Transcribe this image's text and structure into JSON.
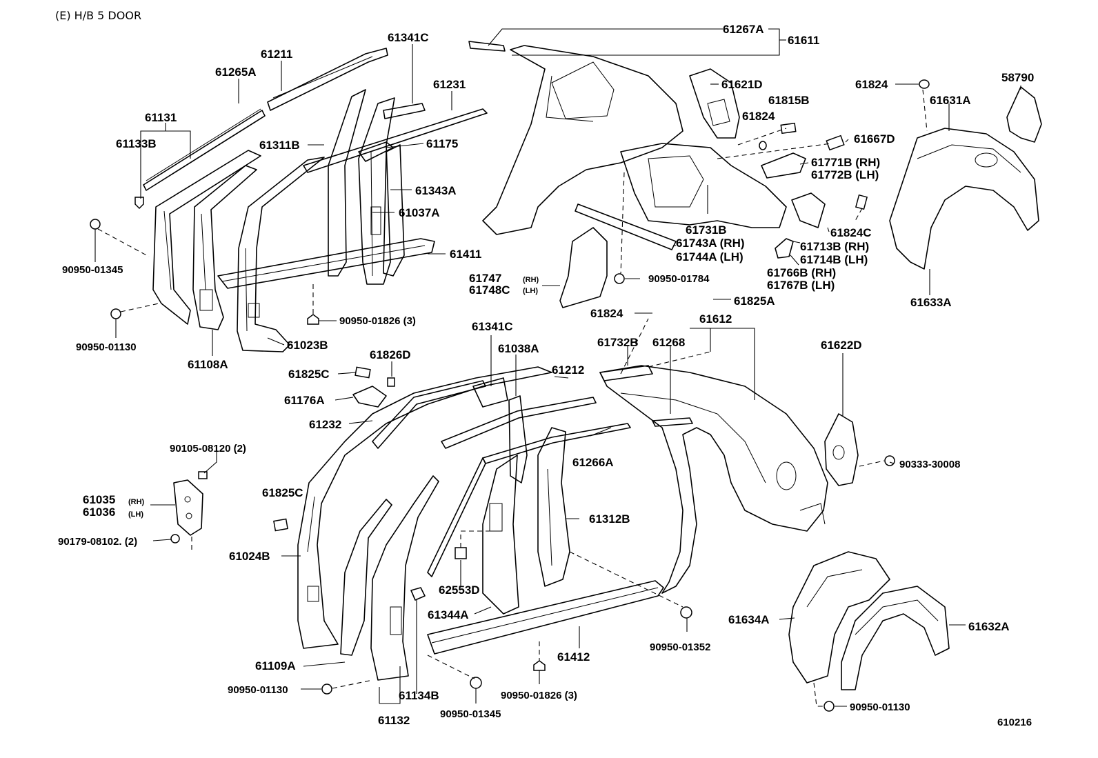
{
  "header": {
    "title": "(E) H/B 5 DOOR"
  },
  "footer": {
    "figure_code": "610216"
  },
  "labels": [
    {
      "id": "61267A",
      "text": "61267A"
    },
    {
      "id": "61611",
      "text": "61611"
    },
    {
      "id": "61211",
      "text": "61211"
    },
    {
      "id": "61341C_top",
      "text": "61341C"
    },
    {
      "id": "61265A",
      "text": "61265A"
    },
    {
      "id": "61231",
      "text": "61231"
    },
    {
      "id": "61131",
      "text": "61131"
    },
    {
      "id": "61133B",
      "text": "61133B"
    },
    {
      "id": "61311B",
      "text": "61311B"
    },
    {
      "id": "61175",
      "text": "61175"
    },
    {
      "id": "61343A",
      "text": "61343A"
    },
    {
      "id": "61037A",
      "text": "61037A"
    },
    {
      "id": "61411",
      "text": "61411"
    },
    {
      "id": "90950-01345_top",
      "text": "90950-01345"
    },
    {
      "id": "90950-01826_top",
      "text": "90950-01826 (3)"
    },
    {
      "id": "90950-01130_top",
      "text": "90950-01130"
    },
    {
      "id": "61023B",
      "text": "61023B"
    },
    {
      "id": "61108A",
      "text": "61108A"
    },
    {
      "id": "61621D",
      "text": "61621D"
    },
    {
      "id": "61815B",
      "text": "61815B"
    },
    {
      "id": "61824_a",
      "text": "61824"
    },
    {
      "id": "61824_b",
      "text": "61824"
    },
    {
      "id": "58790",
      "text": "58790"
    },
    {
      "id": "61631A",
      "text": "61631A"
    },
    {
      "id": "61667D",
      "text": "61667D"
    },
    {
      "id": "61771B",
      "text": "61771B (RH)"
    },
    {
      "id": "61772B",
      "text": "61772B (LH)"
    },
    {
      "id": "61824C",
      "text": "61824C"
    },
    {
      "id": "61731B",
      "text": "61731B"
    },
    {
      "id": "61743A",
      "text": "61743A (RH)"
    },
    {
      "id": "61744A",
      "text": "61744A (LH)"
    },
    {
      "id": "61713B",
      "text": "61713B (RH)"
    },
    {
      "id": "61714B",
      "text": "61714B (LH)"
    },
    {
      "id": "61766B",
      "text": "61766B (RH)"
    },
    {
      "id": "61767B",
      "text": "61767B (LH)"
    },
    {
      "id": "61747",
      "text": "61747"
    },
    {
      "id": "61748C",
      "text": "61748C"
    },
    {
      "id": "61747_rh",
      "text": "(RH)"
    },
    {
      "id": "61748C_lh",
      "text": "(LH)"
    },
    {
      "id": "90950-01784",
      "text": "90950-01784"
    },
    {
      "id": "61633A",
      "text": "61633A"
    },
    {
      "id": "61825A",
      "text": "61825A"
    },
    {
      "id": "61824_c",
      "text": "61824"
    },
    {
      "id": "61612",
      "text": "61612"
    },
    {
      "id": "61341C_mid",
      "text": "61341C"
    },
    {
      "id": "61038A",
      "text": "61038A"
    },
    {
      "id": "61826D",
      "text": "61826D"
    },
    {
      "id": "61825C_a",
      "text": "61825C"
    },
    {
      "id": "61212",
      "text": "61212"
    },
    {
      "id": "61732B",
      "text": "61732B"
    },
    {
      "id": "61268",
      "text": "61268"
    },
    {
      "id": "61622D",
      "text": "61622D"
    },
    {
      "id": "61176A",
      "text": "61176A"
    },
    {
      "id": "61232",
      "text": "61232"
    },
    {
      "id": "90105-08120",
      "text": "90105-08120 (2)"
    },
    {
      "id": "61035",
      "text": "61035"
    },
    {
      "id": "61036",
      "text": "61036"
    },
    {
      "id": "61035_rh",
      "text": "(RH)"
    },
    {
      "id": "61036_lh",
      "text": "(LH)"
    },
    {
      "id": "61266A",
      "text": "61266A"
    },
    {
      "id": "90333-30008",
      "text": "90333-30008"
    },
    {
      "id": "61825C_b",
      "text": "61825C"
    },
    {
      "id": "90179-08102",
      "text": "90179-08102. (2)"
    },
    {
      "id": "61024B",
      "text": "61024B"
    },
    {
      "id": "61312B",
      "text": "61312B"
    },
    {
      "id": "62553D",
      "text": "62553D"
    },
    {
      "id": "61344A",
      "text": "61344A"
    },
    {
      "id": "61634A",
      "text": "61634A"
    },
    {
      "id": "61632A",
      "text": "61632A"
    },
    {
      "id": "61109A",
      "text": "61109A"
    },
    {
      "id": "61412",
      "text": "61412"
    },
    {
      "id": "90950-01352",
      "text": "90950-01352"
    },
    {
      "id": "90950-01130_bot",
      "text": "90950-01130"
    },
    {
      "id": "61134B",
      "text": "61134B"
    },
    {
      "id": "90950-01826_bot",
      "text": "90950-01826 (3)"
    },
    {
      "id": "90950-01345_bot",
      "text": "90950-01345"
    },
    {
      "id": "61132",
      "text": "61132"
    },
    {
      "id": "90950-01130_r",
      "text": "90950-01130"
    }
  ]
}
